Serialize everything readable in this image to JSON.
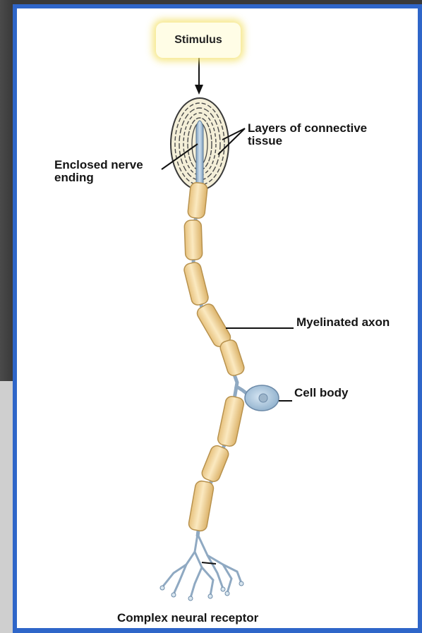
{
  "labels": {
    "stimulus": "Stimulus",
    "connective_tissue_line1": "Layers of connective",
    "connective_tissue_line2": "tissue",
    "nerve_ending_line1": "Enclosed nerve",
    "nerve_ending_line2": "ending",
    "myelinated_axon": "Myelinated axon",
    "cell_body": "Cell body",
    "caption": "Complex neural receptor"
  },
  "colors": {
    "frame_blue": "#2f66c9",
    "myelin_fill": "#f6dba2",
    "myelin_stroke": "#c9a45f",
    "nerve_blue": "#9fb8cf",
    "stimulus_glow": "#f5e478"
  }
}
